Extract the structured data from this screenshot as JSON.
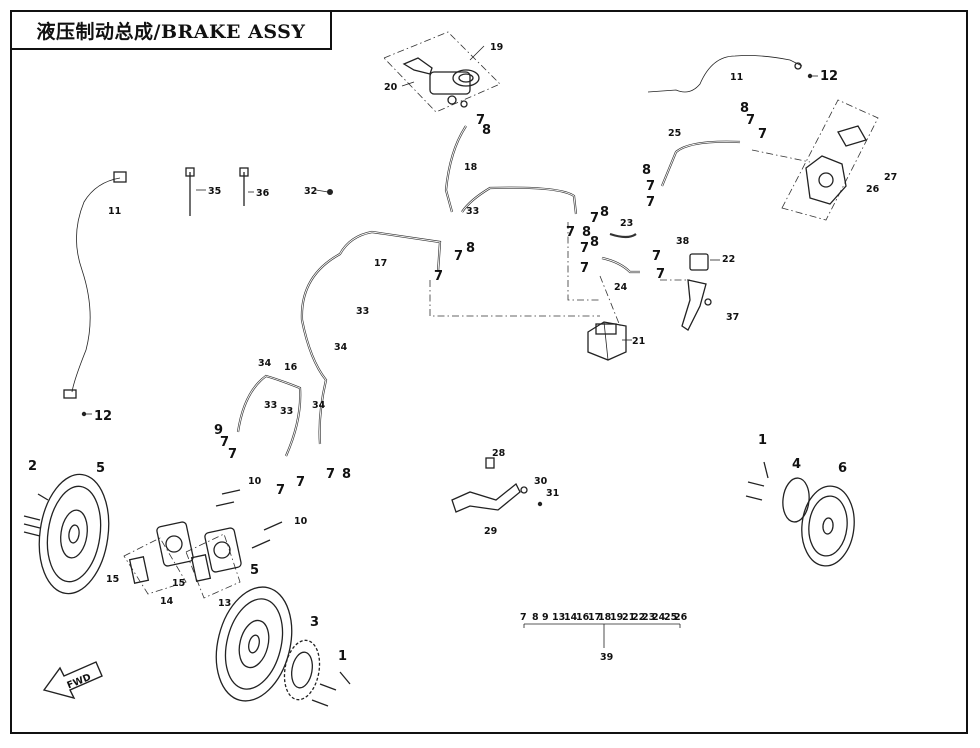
{
  "title": "液压制动总成/BRAKE ASSY",
  "arrow_label": "FWD",
  "callouts": {
    "n1a": "1",
    "n1b": "1",
    "n2": "2",
    "n3": "3",
    "n4": "4",
    "n5a": "5",
    "n5b": "5",
    "n6": "6",
    "n7a": "7",
    "n7b": "7",
    "n7c": "7",
    "n7d": "7",
    "n7e": "7",
    "n7f": "7",
    "n7g": "7",
    "n7h": "7",
    "n7i": "7",
    "n7j": "7",
    "n7k": "7",
    "n7l": "7",
    "n7m": "7",
    "n7n": "7",
    "n7o": "7",
    "n7p": "7",
    "n7q": "7",
    "n7r": "7",
    "n8a": "8",
    "n8b": "8",
    "n8c": "8",
    "n8d": "8",
    "n8e": "8",
    "n8f": "8",
    "n8g": "8",
    "n8h": "8",
    "n9": "9",
    "n10a": "10",
    "n10b": "10",
    "n11a": "11",
    "n11b": "11",
    "n12a": "12",
    "n12b": "12",
    "n13": "13",
    "n14": "14",
    "n15a": "15",
    "n15b": "15",
    "n16": "16",
    "n17": "17",
    "n18": "18",
    "n19": "19",
    "n20": "20",
    "n21": "21",
    "n22": "22",
    "n23": "23",
    "n24": "24",
    "n25": "25",
    "n26": "26",
    "n27": "27",
    "n28": "28",
    "n29": "29",
    "n30": "30",
    "n31": "31",
    "n32": "32",
    "n33a": "33",
    "n33b": "33",
    "n33c": "33",
    "n33d": "33",
    "n34a": "34",
    "n34b": "34",
    "n34c": "34",
    "n35": "35",
    "n36": "36",
    "n37": "37",
    "n38": "38",
    "n39": "39"
  },
  "kit_items": [
    "7",
    "8",
    "9",
    "13",
    "14",
    "16",
    "17",
    "18",
    "19",
    "21",
    "22",
    "23",
    "24",
    "25",
    "26"
  ]
}
